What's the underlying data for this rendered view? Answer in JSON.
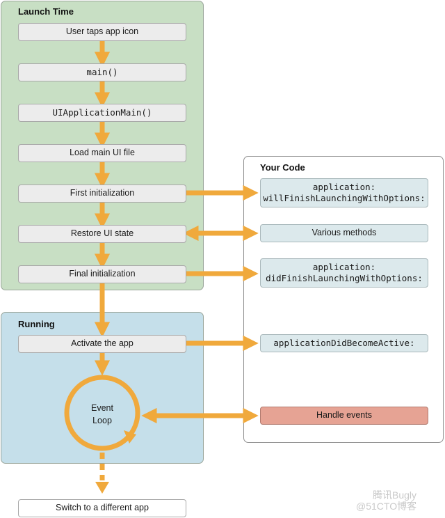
{
  "panels": {
    "launch_time": "Launch Time",
    "running": "Running",
    "your_code": "Your Code"
  },
  "launch_steps": [
    "User taps app icon",
    "main()",
    "UIApplicationMain()",
    "Load main UI file",
    "First initialization",
    "Restore UI state",
    "Final initialization"
  ],
  "running_steps": {
    "activate": "Activate the app",
    "event_loop_line1": "Event",
    "event_loop_line2": "Loop",
    "switch": "Switch to a different app"
  },
  "code_boxes": {
    "will_finish_line1": "application:",
    "will_finish_line2": "willFinishLaunchingWithOptions:",
    "various": "Various methods",
    "did_finish_line1": "application:",
    "did_finish_line2": "didFinishLaunchingWithOptions:",
    "did_become_active": "applicationDidBecomeActive:",
    "handle_events": "Handle events"
  },
  "watermark": {
    "line1": "腾讯Bugly",
    "line2": "@51CTO博客"
  },
  "colors": {
    "launch_panel": "#c8dfc4",
    "running_panel": "#c5dfea",
    "arrow": "#f0a93c",
    "code_box": "#dce9ec",
    "handle_box": "#e6a394"
  }
}
